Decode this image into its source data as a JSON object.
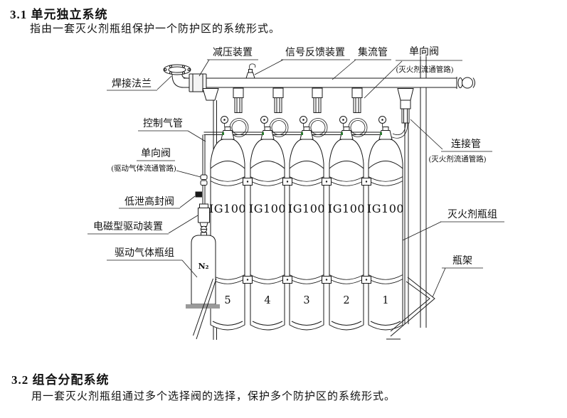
{
  "document": {
    "section_31": {
      "heading": "3.1 单元独立系统",
      "body": "指由一套灭火剂瓶组保护一个防护区的系统形式。"
    },
    "section_32": {
      "heading": "3.2 组合分配系统",
      "body": "用一套灭火剂瓶组通过多个选择阀的选择，保护多个防护区的系统形式。"
    }
  },
  "diagram": {
    "labels": {
      "weld_flange": "焊接法兰",
      "pressure_reducing_device": "减压装置",
      "signal_feedback_device": "信号反馈装置",
      "manifold": "集流管",
      "check_valve_agent": "单向阀",
      "check_valve_agent_note": "(灭火剂流通管路)",
      "connecting_pipe": "连接管",
      "connecting_pipe_note": "(灭火剂流通管路)",
      "agent_cylinder_group": "灭火剂瓶组",
      "cylinder_rack": "瓶架",
      "control_gas_pipe": "控制气管",
      "check_valve_drive": "单向阀",
      "check_valve_drive_note": "(驱动气体流通管路)",
      "low_leak_high_seal_valve": "低泄高封阀",
      "solenoid_drive_device": "电磁型驱动装置",
      "drive_gas_cylinder_group": "驱动气体瓶组",
      "n2_label": "N₂"
    },
    "cylinders": [
      {
        "gas": "IG100",
        "number": "5"
      },
      {
        "gas": "IG100",
        "number": "4"
      },
      {
        "gas": "IG100",
        "number": "3"
      },
      {
        "gas": "IG100",
        "number": "2"
      },
      {
        "gas": "IG100",
        "number": "1"
      }
    ],
    "colors": {
      "line": "#1a1a1a",
      "shelf_gray": "#9a9a9a",
      "valve_green": "#2e7d32"
    }
  }
}
